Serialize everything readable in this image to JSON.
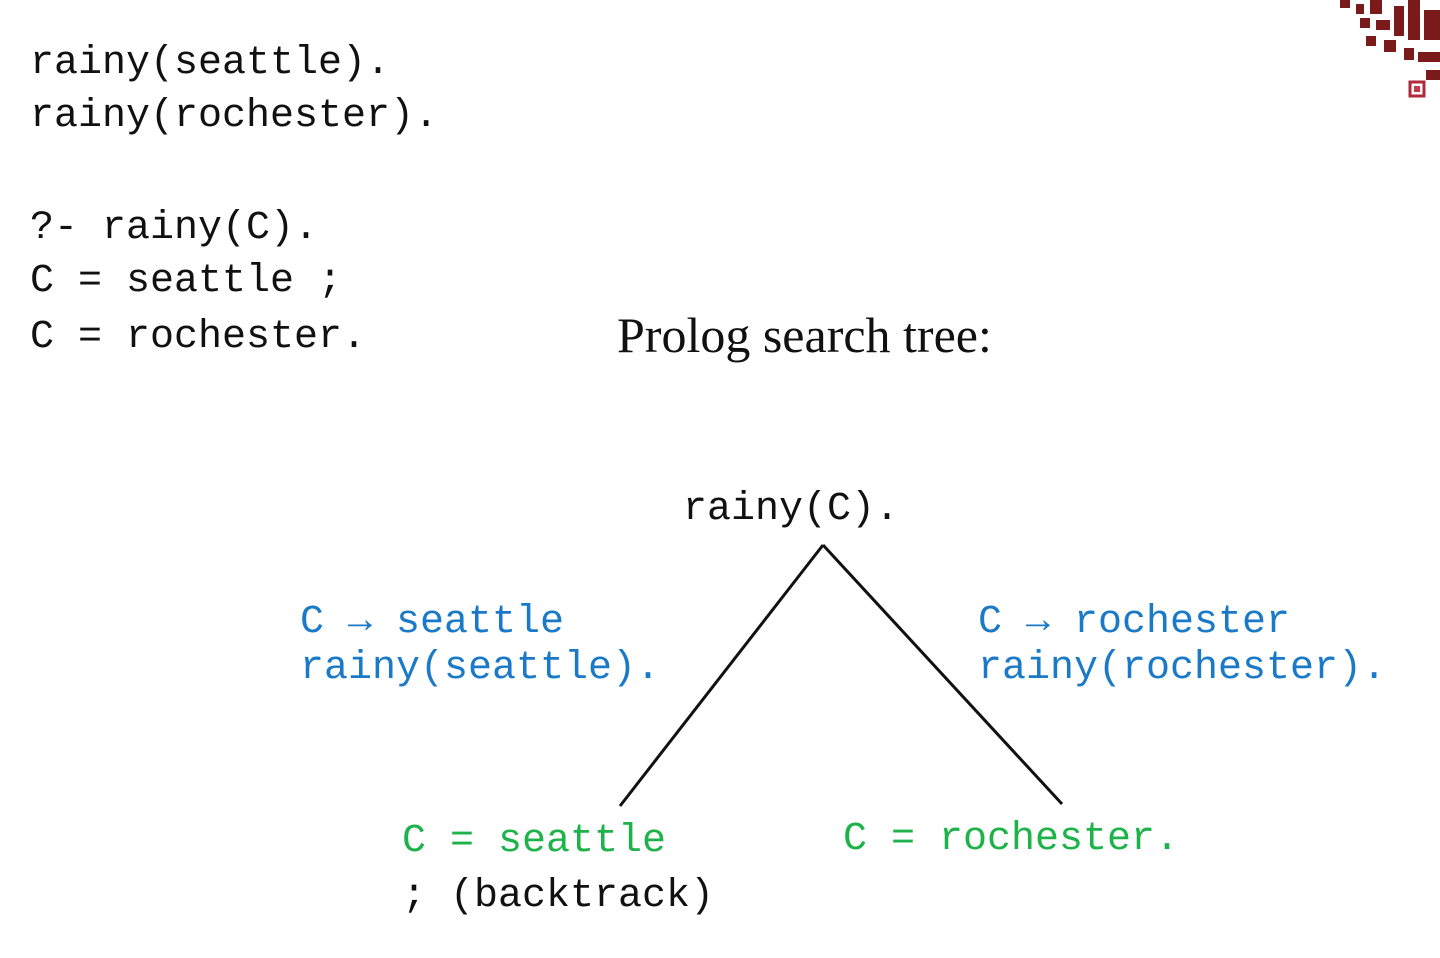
{
  "program": {
    "facts": [
      "rainy(seattle).",
      "rainy(rochester)."
    ],
    "query": "?- rainy(C).",
    "answers": [
      "C = seattle ;",
      "C = rochester."
    ]
  },
  "tree": {
    "heading": "Prolog search tree:",
    "root": "rainy(C).",
    "left_edge": {
      "binding": "C → seattle",
      "goal": "rainy(seattle)."
    },
    "right_edge": {
      "binding": "C → rochester",
      "goal": "rainy(rochester)."
    },
    "left_leaf": {
      "result": "C = seattle",
      "note": "; (backtrack)"
    },
    "right_leaf": {
      "result": "C = rochester."
    }
  },
  "colors": {
    "text": "#111111",
    "binding": "#1a7ac8",
    "result": "#1db34a",
    "ornament": "#7a1a1a"
  },
  "icons": {
    "corner": "decorative-ornament-icon"
  }
}
